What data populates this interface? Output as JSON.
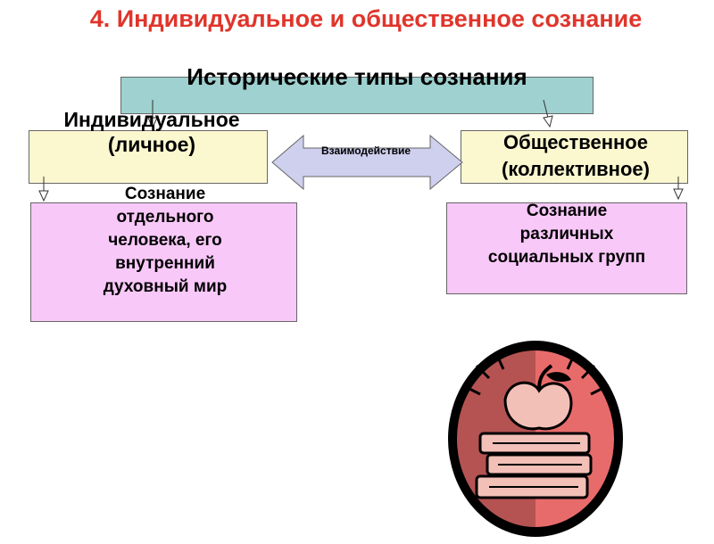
{
  "title": "4. Индивидуальное и общественное сознание",
  "diagram": {
    "top_box": "Исторические типы сознания",
    "left_type": "Индивидуальное (личное)",
    "right_type": "Общественное (коллективное)",
    "interaction": "Взаимодействие",
    "left_description": "Сознание отдельного человека, его внутренний духовный мир",
    "right_description": "Сознание различных социальных групп"
  },
  "colors": {
    "title": "#e0352b",
    "top_box": "#9ed1cf",
    "type_boxes": "#fbf7cf",
    "description_boxes": "#f8c8f8",
    "interaction_arrow": "#cfcfee",
    "icon_circle": "#e86b6b"
  }
}
